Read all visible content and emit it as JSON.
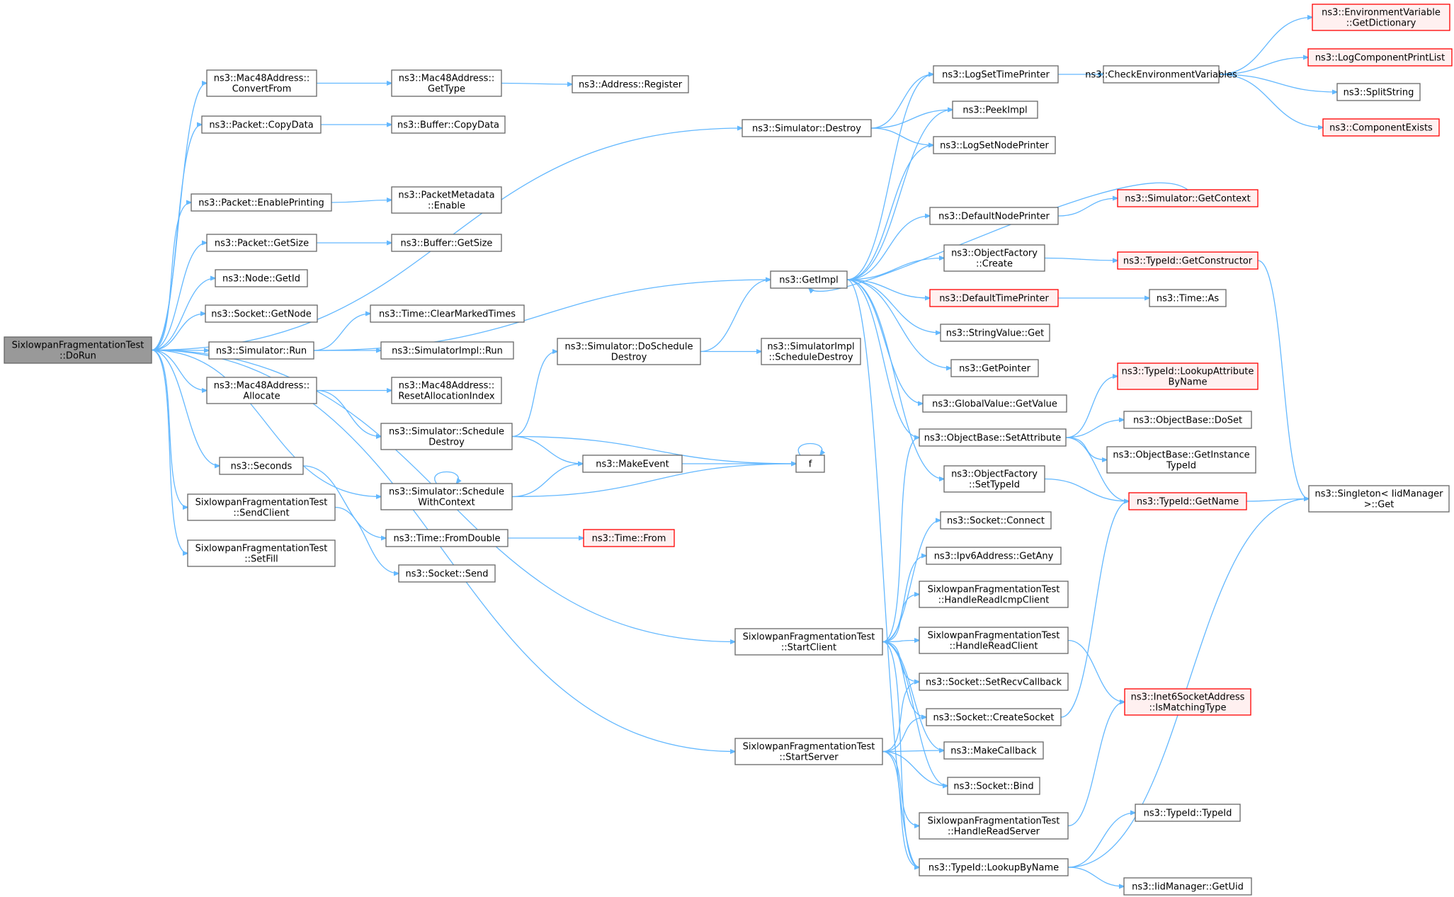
{
  "diagram": {
    "edge_color": "#63b8ff",
    "root_fill": "#999999",
    "highlight_border": "#ff0000",
    "nodes": [
      {
        "id": "root",
        "lines": [
          "SixlowpanFragmentationTest",
          "::DoRun"
        ],
        "style": "root"
      },
      {
        "id": "mac_convertfrom",
        "lines": [
          "ns3::Mac48Address::",
          "ConvertFrom"
        ]
      },
      {
        "id": "mac_gettype",
        "lines": [
          "ns3::Mac48Address::",
          "GetType"
        ]
      },
      {
        "id": "addr_register",
        "lines": [
          "ns3::Address::Register"
        ]
      },
      {
        "id": "pkt_copydata",
        "lines": [
          "ns3::Packet::CopyData"
        ]
      },
      {
        "id": "buf_copydata",
        "lines": [
          "ns3::Buffer::CopyData"
        ]
      },
      {
        "id": "sim_destroy",
        "lines": [
          "ns3::Simulator::Destroy"
        ]
      },
      {
        "id": "pkt_enableprinting",
        "lines": [
          "ns3::Packet::EnablePrinting"
        ]
      },
      {
        "id": "pktmeta_enable",
        "lines": [
          "ns3::PacketMetadata",
          "::Enable"
        ]
      },
      {
        "id": "pkt_getsize",
        "lines": [
          "ns3::Packet::GetSize"
        ]
      },
      {
        "id": "buf_getsize",
        "lines": [
          "ns3::Buffer::GetSize"
        ]
      },
      {
        "id": "node_getid",
        "lines": [
          "ns3::Node::GetId"
        ]
      },
      {
        "id": "sock_getnode",
        "lines": [
          "ns3::Socket::GetNode"
        ]
      },
      {
        "id": "sim_run",
        "lines": [
          "ns3::Simulator::Run"
        ]
      },
      {
        "id": "time_clearmarked",
        "lines": [
          "ns3::Time::ClearMarkedTimes"
        ]
      },
      {
        "id": "simimpl_run",
        "lines": [
          "ns3::SimulatorImpl::Run"
        ]
      },
      {
        "id": "mac_allocate",
        "lines": [
          "ns3::Mac48Address::",
          "Allocate"
        ]
      },
      {
        "id": "mac_resetalloc",
        "lines": [
          "ns3::Mac48Address::",
          "ResetAllocationIndex"
        ]
      },
      {
        "id": "sim_scheddestroy",
        "lines": [
          "ns3::Simulator::Schedule",
          "Destroy"
        ]
      },
      {
        "id": "sim_doscheddestroy",
        "lines": [
          "ns3::Simulator::DoSchedule",
          "Destroy"
        ]
      },
      {
        "id": "simimpl_scheddestroy",
        "lines": [
          "ns3::SimulatorImpl",
          "::ScheduleDestroy"
        ]
      },
      {
        "id": "seconds",
        "lines": [
          "ns3::Seconds"
        ]
      },
      {
        "id": "sendclient",
        "lines": [
          "SixlowpanFragmentationTest",
          "::SendClient"
        ]
      },
      {
        "id": "setfill",
        "lines": [
          "SixlowpanFragmentationTest",
          "::SetFill"
        ]
      },
      {
        "id": "sim_schedctx",
        "lines": [
          "ns3::Simulator::Schedule",
          "WithContext"
        ]
      },
      {
        "id": "makeevent",
        "lines": [
          "ns3::MakeEvent"
        ]
      },
      {
        "id": "f",
        "lines": [
          "f"
        ]
      },
      {
        "id": "time_fromdouble",
        "lines": [
          "ns3::Time::FromDouble"
        ]
      },
      {
        "id": "time_from",
        "lines": [
          "ns3::Time::From"
        ],
        "style": "red"
      },
      {
        "id": "sock_send",
        "lines": [
          "ns3::Socket::Send"
        ]
      },
      {
        "id": "getimpl",
        "lines": [
          "ns3::GetImpl"
        ]
      },
      {
        "id": "logsettime",
        "lines": [
          "ns3::LogSetTimePrinter"
        ]
      },
      {
        "id": "peekimpl",
        "lines": [
          "ns3::PeekImpl"
        ]
      },
      {
        "id": "logsetnode",
        "lines": [
          "ns3::LogSetNodePrinter"
        ]
      },
      {
        "id": "defnodeprinter",
        "lines": [
          "ns3::DefaultNodePrinter"
        ]
      },
      {
        "id": "objfact_create",
        "lines": [
          "ns3::ObjectFactory",
          "::Create"
        ]
      },
      {
        "id": "deftimeprinter",
        "lines": [
          "ns3::DefaultTimePrinter"
        ],
        "style": "red"
      },
      {
        "id": "stringvalue_get",
        "lines": [
          "ns3::StringValue::Get"
        ]
      },
      {
        "id": "getpointer",
        "lines": [
          "ns3::GetPointer"
        ]
      },
      {
        "id": "globalvalue_get",
        "lines": [
          "ns3::GlobalValue::GetValue"
        ]
      },
      {
        "id": "objbase_setattr",
        "lines": [
          "ns3::ObjectBase::SetAttribute"
        ]
      },
      {
        "id": "objfact_settypeid",
        "lines": [
          "ns3::ObjectFactory",
          "::SetTypeId"
        ]
      },
      {
        "id": "checkenv",
        "lines": [
          "ns3::CheckEnvironmentVariables"
        ]
      },
      {
        "id": "envvar_getdict",
        "lines": [
          "ns3::EnvironmentVariable",
          "::GetDictionary"
        ],
        "style": "red"
      },
      {
        "id": "logcompprintlist",
        "lines": [
          "ns3::LogComponentPrintList"
        ],
        "style": "red"
      },
      {
        "id": "splitstring",
        "lines": [
          "ns3::SplitString"
        ]
      },
      {
        "id": "componentexists",
        "lines": [
          "ns3::ComponentExists"
        ],
        "style": "red"
      },
      {
        "id": "sim_getcontext",
        "lines": [
          "ns3::Simulator::GetContext"
        ],
        "style": "red"
      },
      {
        "id": "typeid_getctor",
        "lines": [
          "ns3::TypeId::GetConstructor"
        ],
        "style": "red"
      },
      {
        "id": "time_as",
        "lines": [
          "ns3::Time::As"
        ]
      },
      {
        "id": "typeid_lookupattr",
        "lines": [
          "ns3::TypeId::LookupAttribute",
          "ByName"
        ],
        "style": "red"
      },
      {
        "id": "objbase_doset",
        "lines": [
          "ns3::ObjectBase::DoSet"
        ]
      },
      {
        "id": "objbase_getinst",
        "lines": [
          "ns3::ObjectBase::GetInstance",
          "TypeId"
        ]
      },
      {
        "id": "typeid_getname",
        "lines": [
          "ns3::TypeId::GetName"
        ],
        "style": "red"
      },
      {
        "id": "singleton_get",
        "lines": [
          "ns3::Singleton< IidManager",
          ">::Get"
        ]
      },
      {
        "id": "startclient",
        "lines": [
          "SixlowpanFragmentationTest",
          "::StartClient"
        ]
      },
      {
        "id": "startserver",
        "lines": [
          "SixlowpanFragmentationTest",
          "::StartServer"
        ]
      },
      {
        "id": "sock_connect",
        "lines": [
          "ns3::Socket::Connect"
        ]
      },
      {
        "id": "ipv6_getany",
        "lines": [
          "ns3::Ipv6Address::GetAny"
        ]
      },
      {
        "id": "handlereadicmp",
        "lines": [
          "SixlowpanFragmentationTest",
          "::HandleReadIcmpClient"
        ]
      },
      {
        "id": "handlereadclient",
        "lines": [
          "SixlowpanFragmentationTest",
          "::HandleReadClient"
        ]
      },
      {
        "id": "sock_setrecv",
        "lines": [
          "ns3::Socket::SetRecvCallback"
        ]
      },
      {
        "id": "sock_createsocket",
        "lines": [
          "ns3::Socket::CreateSocket"
        ]
      },
      {
        "id": "makecallback",
        "lines": [
          "ns3::MakeCallback"
        ]
      },
      {
        "id": "sock_bind",
        "lines": [
          "ns3::Socket::Bind"
        ]
      },
      {
        "id": "handlereadserver",
        "lines": [
          "SixlowpanFragmentationTest",
          "::HandleReadServer"
        ]
      },
      {
        "id": "typeid_lookupbyname",
        "lines": [
          "ns3::TypeId::LookupByName"
        ]
      },
      {
        "id": "inet6_ismatching",
        "lines": [
          "ns3::Inet6SocketAddress",
          "::IsMatchingType"
        ],
        "style": "red"
      },
      {
        "id": "typeid_typeid",
        "lines": [
          "ns3::TypeId::TypeId"
        ]
      },
      {
        "id": "iidmanager_getuid",
        "lines": [
          "ns3::IidManager::GetUid"
        ]
      }
    ],
    "edges": [
      [
        "root",
        "mac_convertfrom"
      ],
      [
        "root",
        "pkt_copydata"
      ],
      [
        "root",
        "sim_destroy"
      ],
      [
        "root",
        "pkt_enableprinting"
      ],
      [
        "root",
        "pkt_getsize"
      ],
      [
        "root",
        "node_getid"
      ],
      [
        "root",
        "sock_getnode"
      ],
      [
        "root",
        "sim_run"
      ],
      [
        "root",
        "mac_allocate"
      ],
      [
        "root",
        "seconds"
      ],
      [
        "root",
        "sendclient"
      ],
      [
        "root",
        "setfill"
      ],
      [
        "root",
        "sim_schedctx"
      ],
      [
        "root",
        "startclient"
      ],
      [
        "root",
        "startserver"
      ],
      [
        "mac_convertfrom",
        "mac_gettype"
      ],
      [
        "mac_gettype",
        "addr_register"
      ],
      [
        "pkt_copydata",
        "buf_copydata"
      ],
      [
        "pkt_enableprinting",
        "pktmeta_enable"
      ],
      [
        "pkt_getsize",
        "buf_getsize"
      ],
      [
        "sim_destroy",
        "logsettime"
      ],
      [
        "sim_destroy",
        "peekimpl"
      ],
      [
        "sim_destroy",
        "logsetnode"
      ],
      [
        "sim_run",
        "getimpl"
      ],
      [
        "sim_run",
        "time_clearmarked"
      ],
      [
        "sim_run",
        "simimpl_run"
      ],
      [
        "mac_allocate",
        "mac_resetalloc"
      ],
      [
        "mac_allocate",
        "sim_scheddestroy"
      ],
      [
        "sim_scheddestroy",
        "sim_doscheddestroy"
      ],
      [
        "sim_scheddestroy",
        "makeevent"
      ],
      [
        "sim_scheddestroy",
        "f"
      ],
      [
        "sim_doscheddestroy",
        "getimpl"
      ],
      [
        "sim_doscheddestroy",
        "simimpl_scheddestroy"
      ],
      [
        "seconds",
        "time_fromdouble"
      ],
      [
        "time_fromdouble",
        "time_from"
      ],
      [
        "sendclient",
        "sock_send"
      ],
      [
        "sim_schedctx",
        "sim_schedctx"
      ],
      [
        "sim_schedctx",
        "makeevent"
      ],
      [
        "sim_schedctx",
        "f"
      ],
      [
        "makeevent",
        "f"
      ],
      [
        "f",
        "f"
      ],
      [
        "getimpl",
        "logsettime"
      ],
      [
        "getimpl",
        "peekimpl"
      ],
      [
        "getimpl",
        "logsetnode"
      ],
      [
        "getimpl",
        "defnodeprinter"
      ],
      [
        "getimpl",
        "objfact_create"
      ],
      [
        "getimpl",
        "deftimeprinter"
      ],
      [
        "getimpl",
        "stringvalue_get"
      ],
      [
        "getimpl",
        "getpointer"
      ],
      [
        "getimpl",
        "globalvalue_get"
      ],
      [
        "getimpl",
        "objbase_setattr"
      ],
      [
        "getimpl",
        "objfact_settypeid"
      ],
      [
        "getimpl",
        "typeid_lookupbyname"
      ],
      [
        "logsettime",
        "checkenv"
      ],
      [
        "checkenv",
        "envvar_getdict"
      ],
      [
        "checkenv",
        "logcompprintlist"
      ],
      [
        "checkenv",
        "splitstring"
      ],
      [
        "checkenv",
        "componentexists"
      ],
      [
        "defnodeprinter",
        "sim_getcontext"
      ],
      [
        "sim_getcontext",
        "getimpl"
      ],
      [
        "objfact_create",
        "typeid_getctor"
      ],
      [
        "typeid_getctor",
        "singleton_get"
      ],
      [
        "deftimeprinter",
        "time_as"
      ],
      [
        "objbase_setattr",
        "typeid_lookupattr"
      ],
      [
        "objbase_setattr",
        "objbase_doset"
      ],
      [
        "objbase_setattr",
        "objbase_getinst"
      ],
      [
        "objbase_setattr",
        "typeid_getname"
      ],
      [
        "objfact_settypeid",
        "typeid_getname"
      ],
      [
        "typeid_getname",
        "singleton_get"
      ],
      [
        "startclient",
        "objbase_setattr"
      ],
      [
        "startclient",
        "sock_connect"
      ],
      [
        "startclient",
        "ipv6_getany"
      ],
      [
        "startclient",
        "handlereadicmp"
      ],
      [
        "startclient",
        "handlereadclient"
      ],
      [
        "startclient",
        "sock_setrecv"
      ],
      [
        "startclient",
        "sock_createsocket"
      ],
      [
        "startclient",
        "makecallback"
      ],
      [
        "startclient",
        "sock_bind"
      ],
      [
        "startclient",
        "typeid_lookupbyname"
      ],
      [
        "startserver",
        "sock_setrecv"
      ],
      [
        "startserver",
        "sock_createsocket"
      ],
      [
        "startserver",
        "makecallback"
      ],
      [
        "startserver",
        "sock_bind"
      ],
      [
        "startserver",
        "handlereadserver"
      ],
      [
        "startserver",
        "typeid_lookupbyname"
      ],
      [
        "handlereadclient",
        "inet6_ismatching"
      ],
      [
        "handlereadserver",
        "inet6_ismatching"
      ],
      [
        "sock_createsocket",
        "typeid_getname"
      ],
      [
        "typeid_lookupbyname",
        "typeid_typeid"
      ],
      [
        "typeid_lookupbyname",
        "iidmanager_getuid"
      ],
      [
        "typeid_lookupbyname",
        "singleton_get"
      ]
    ]
  }
}
